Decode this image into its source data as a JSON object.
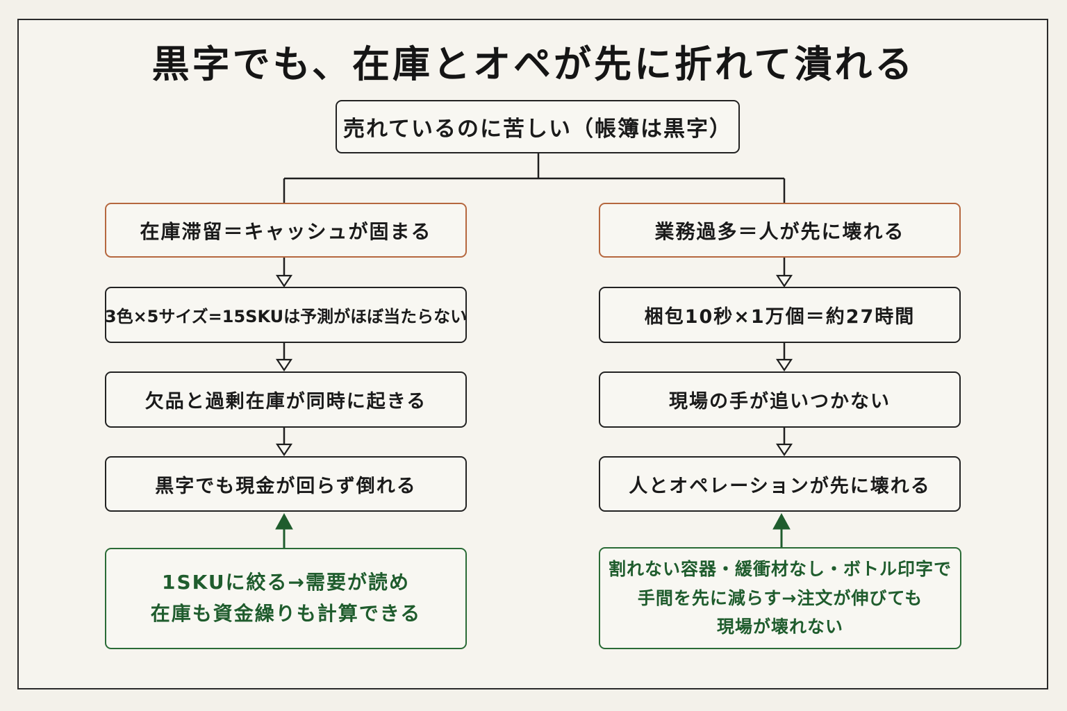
{
  "title": "黒字でも、在庫とオペが先に折れて潰れる",
  "root": "売れているのに苦しい（帳簿は黒字）",
  "left": {
    "head": "在庫滞留＝キャッシュが固まる",
    "steps": [
      "3色×5サイズ=15SKUは予測がほぼ当たらない",
      "欠品と過剰在庫が同時に起きる",
      "黒字でも現金が回らず倒れる"
    ],
    "solution": [
      "1SKUに絞る→需要が読め",
      "在庫も資金繰りも計算できる"
    ]
  },
  "right": {
    "head": "業務過多＝人が先に壊れる",
    "steps": [
      "梱包10秒×1万個＝約27時間",
      "現場の手が追いつかない",
      "人とオペレーションが先に壊れる"
    ],
    "solution": [
      "割れない容器・緩衝材なし・ボトル印字で",
      "手間を先に減らす→注文が伸びても",
      "現場が壊れない"
    ]
  },
  "colors": {
    "line": "#1e1e1e",
    "head_border": "#b5673e",
    "solution": "#1f5c2d",
    "background": "#f6f4ee"
  }
}
